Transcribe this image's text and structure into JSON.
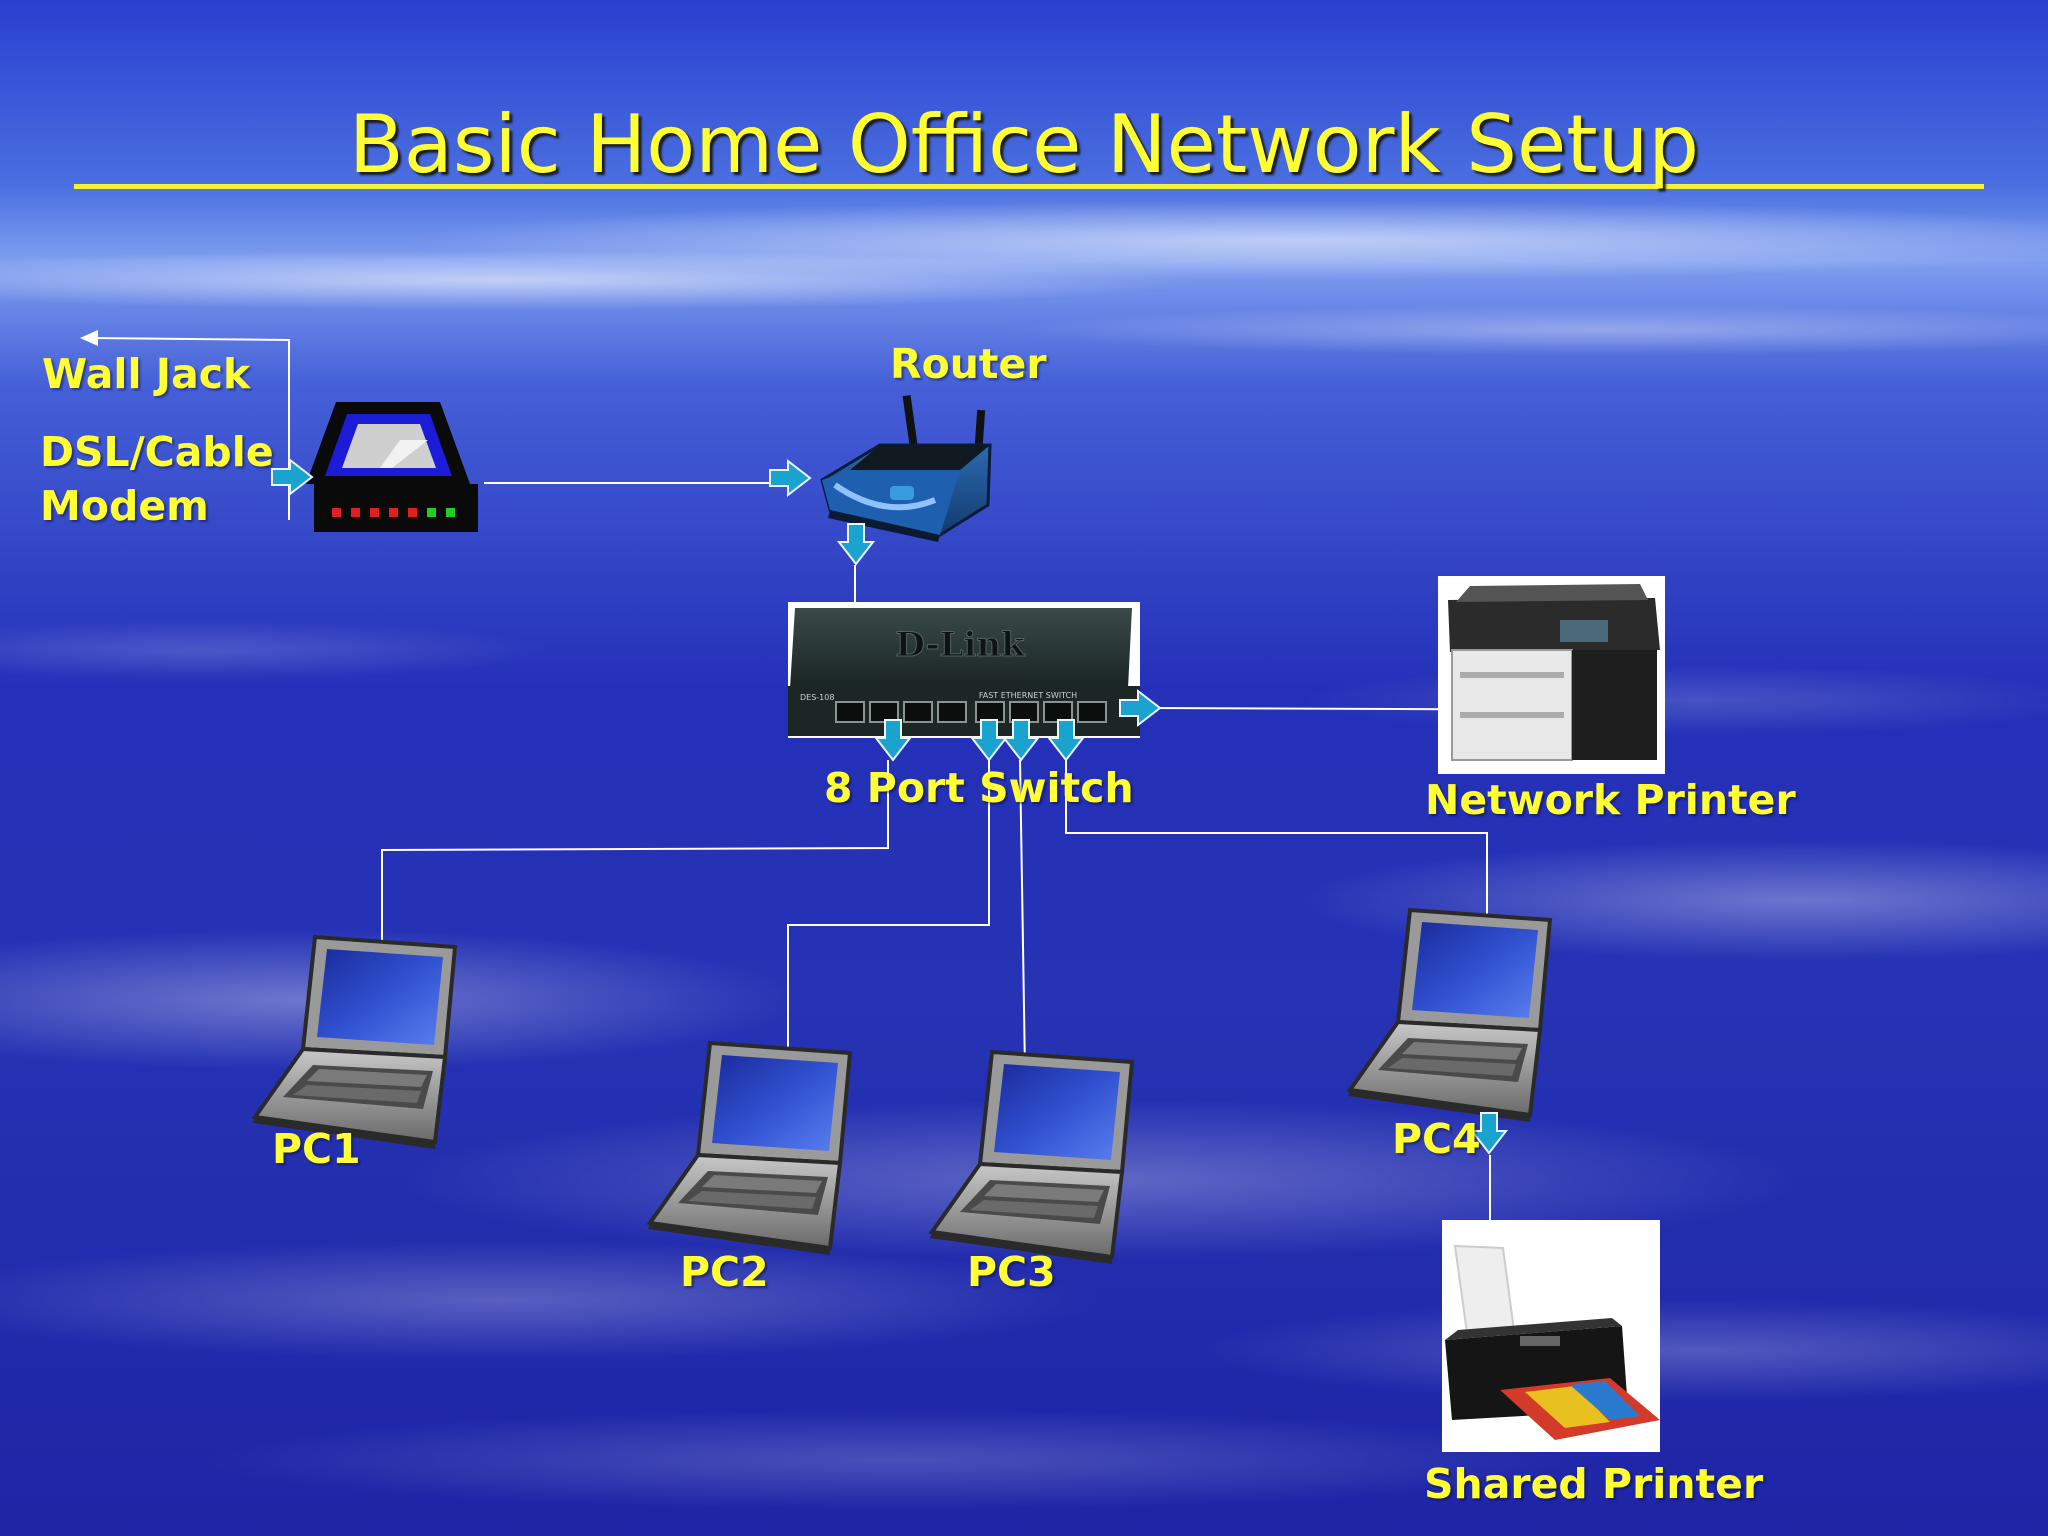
{
  "title": "Basic Home Office Network Setup",
  "colors": {
    "title_text": "#ffff33",
    "label_text": "#ffff33",
    "arrow": "#1ba3cf",
    "wire": "#ffffff",
    "background_top": "#3a5ad8",
    "background_bottom": "#1d22a8"
  },
  "nodes": {
    "wall_jack": {
      "label": "Wall Jack",
      "icon": "wall-jack-arrow"
    },
    "modem": {
      "label_line1": "DSL/Cable",
      "label_line2": "Modem",
      "icon": "modem-icon"
    },
    "router": {
      "label": "Router",
      "icon": "router-icon"
    },
    "switch": {
      "label": "8 Port Switch",
      "brand": "D-Link",
      "sub_text": "FAST ETHERNET SWITCH",
      "model": "DES-108",
      "icon": "switch-icon"
    },
    "network_printer": {
      "label": "Network Printer",
      "icon": "network-printer-icon"
    },
    "pc1": {
      "label": "PC1",
      "icon": "laptop-icon"
    },
    "pc2": {
      "label": "PC2",
      "icon": "laptop-icon"
    },
    "pc3": {
      "label": "PC3",
      "icon": "laptop-icon"
    },
    "pc4": {
      "label": "PC4",
      "icon": "laptop-icon"
    },
    "shared_printer": {
      "label": "Shared Printer",
      "icon": "shared-printer-icon"
    }
  },
  "connections": [
    {
      "from": "modem",
      "to": "wall_jack"
    },
    {
      "from": "modem",
      "to": "router"
    },
    {
      "from": "router",
      "to": "switch"
    },
    {
      "from": "switch",
      "to": "network_printer"
    },
    {
      "from": "switch",
      "to": "pc1"
    },
    {
      "from": "switch",
      "to": "pc2"
    },
    {
      "from": "switch",
      "to": "pc3"
    },
    {
      "from": "switch",
      "to": "pc4"
    },
    {
      "from": "pc4",
      "to": "shared_printer"
    }
  ]
}
